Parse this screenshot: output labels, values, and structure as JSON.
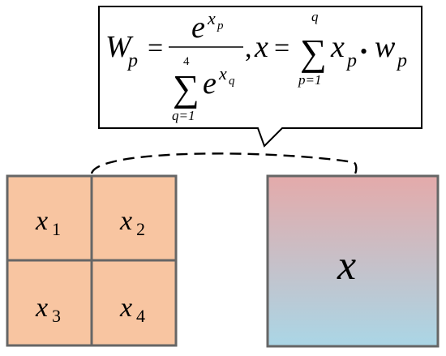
{
  "formula": {
    "W": "W",
    "W_sub": "p",
    "eq1": "=",
    "num_e": "e",
    "num_sup": "x",
    "num_sup_sub": "p",
    "sum1_top": "4",
    "sum1_bottom": "q=1",
    "sum_symbol": "∑",
    "den_e": "e",
    "den_sup": "x",
    "den_sup_sub": "q",
    "comma": ",",
    "x": "x",
    "eq2": "=",
    "sum2_top": "q",
    "sum2_bottom": "p=1",
    "term_x": "x",
    "term_x_sub": "p",
    "dot": "•",
    "term_w": "w",
    "term_w_sub": "p"
  },
  "grid_cells": [
    {
      "var": "x",
      "sub": "1"
    },
    {
      "var": "x",
      "sub": "2"
    },
    {
      "var": "x",
      "sub": "3"
    },
    {
      "var": "x",
      "sub": "4"
    }
  ],
  "output_label": "x",
  "colors": {
    "cell_fill": "#f8c5a1",
    "border": "#666666",
    "gradient_top": "#e4aaaa",
    "gradient_bottom": "#aad6e6"
  }
}
